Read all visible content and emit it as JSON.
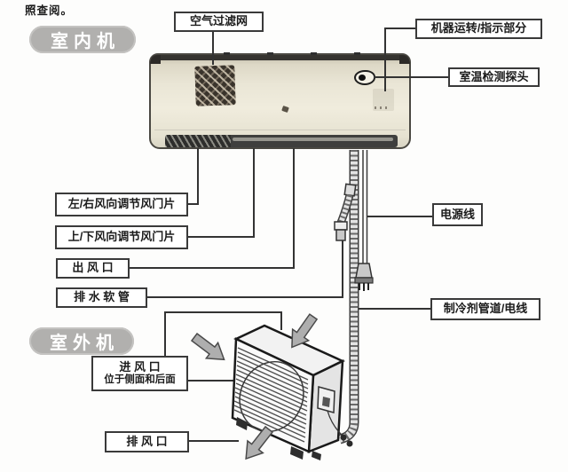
{
  "page": {
    "top_note": "照查阅。"
  },
  "badges": {
    "indoor": "室内机",
    "outdoor": "室外机"
  },
  "labels": {
    "air_filter": "空气过滤网",
    "indicator": "机器运转/指示部分",
    "room_sensor": "室温检测探头",
    "lr_vane": "左/右风向调节风门片",
    "ud_vane": "上/下风向调节风门片",
    "air_outlet": "出 风 口",
    "drain_hose": "排 水 软 管",
    "power_cord": "电源线",
    "refrigerant_line": "制冷剂管道/电线",
    "air_inlet": "进 风 口",
    "air_inlet_note": "位于侧面和后面",
    "air_exhaust": "排 风 口"
  },
  "colors": {
    "badge_bg": "#b1b0ae",
    "label_border": "#3a3a3a",
    "connector_line": "#333333",
    "indoor_body": "#eae6d6",
    "louver": "#3f3f3d",
    "arrow_fill": "#aeaeae",
    "outdoor_body": "#f5f5f5"
  }
}
